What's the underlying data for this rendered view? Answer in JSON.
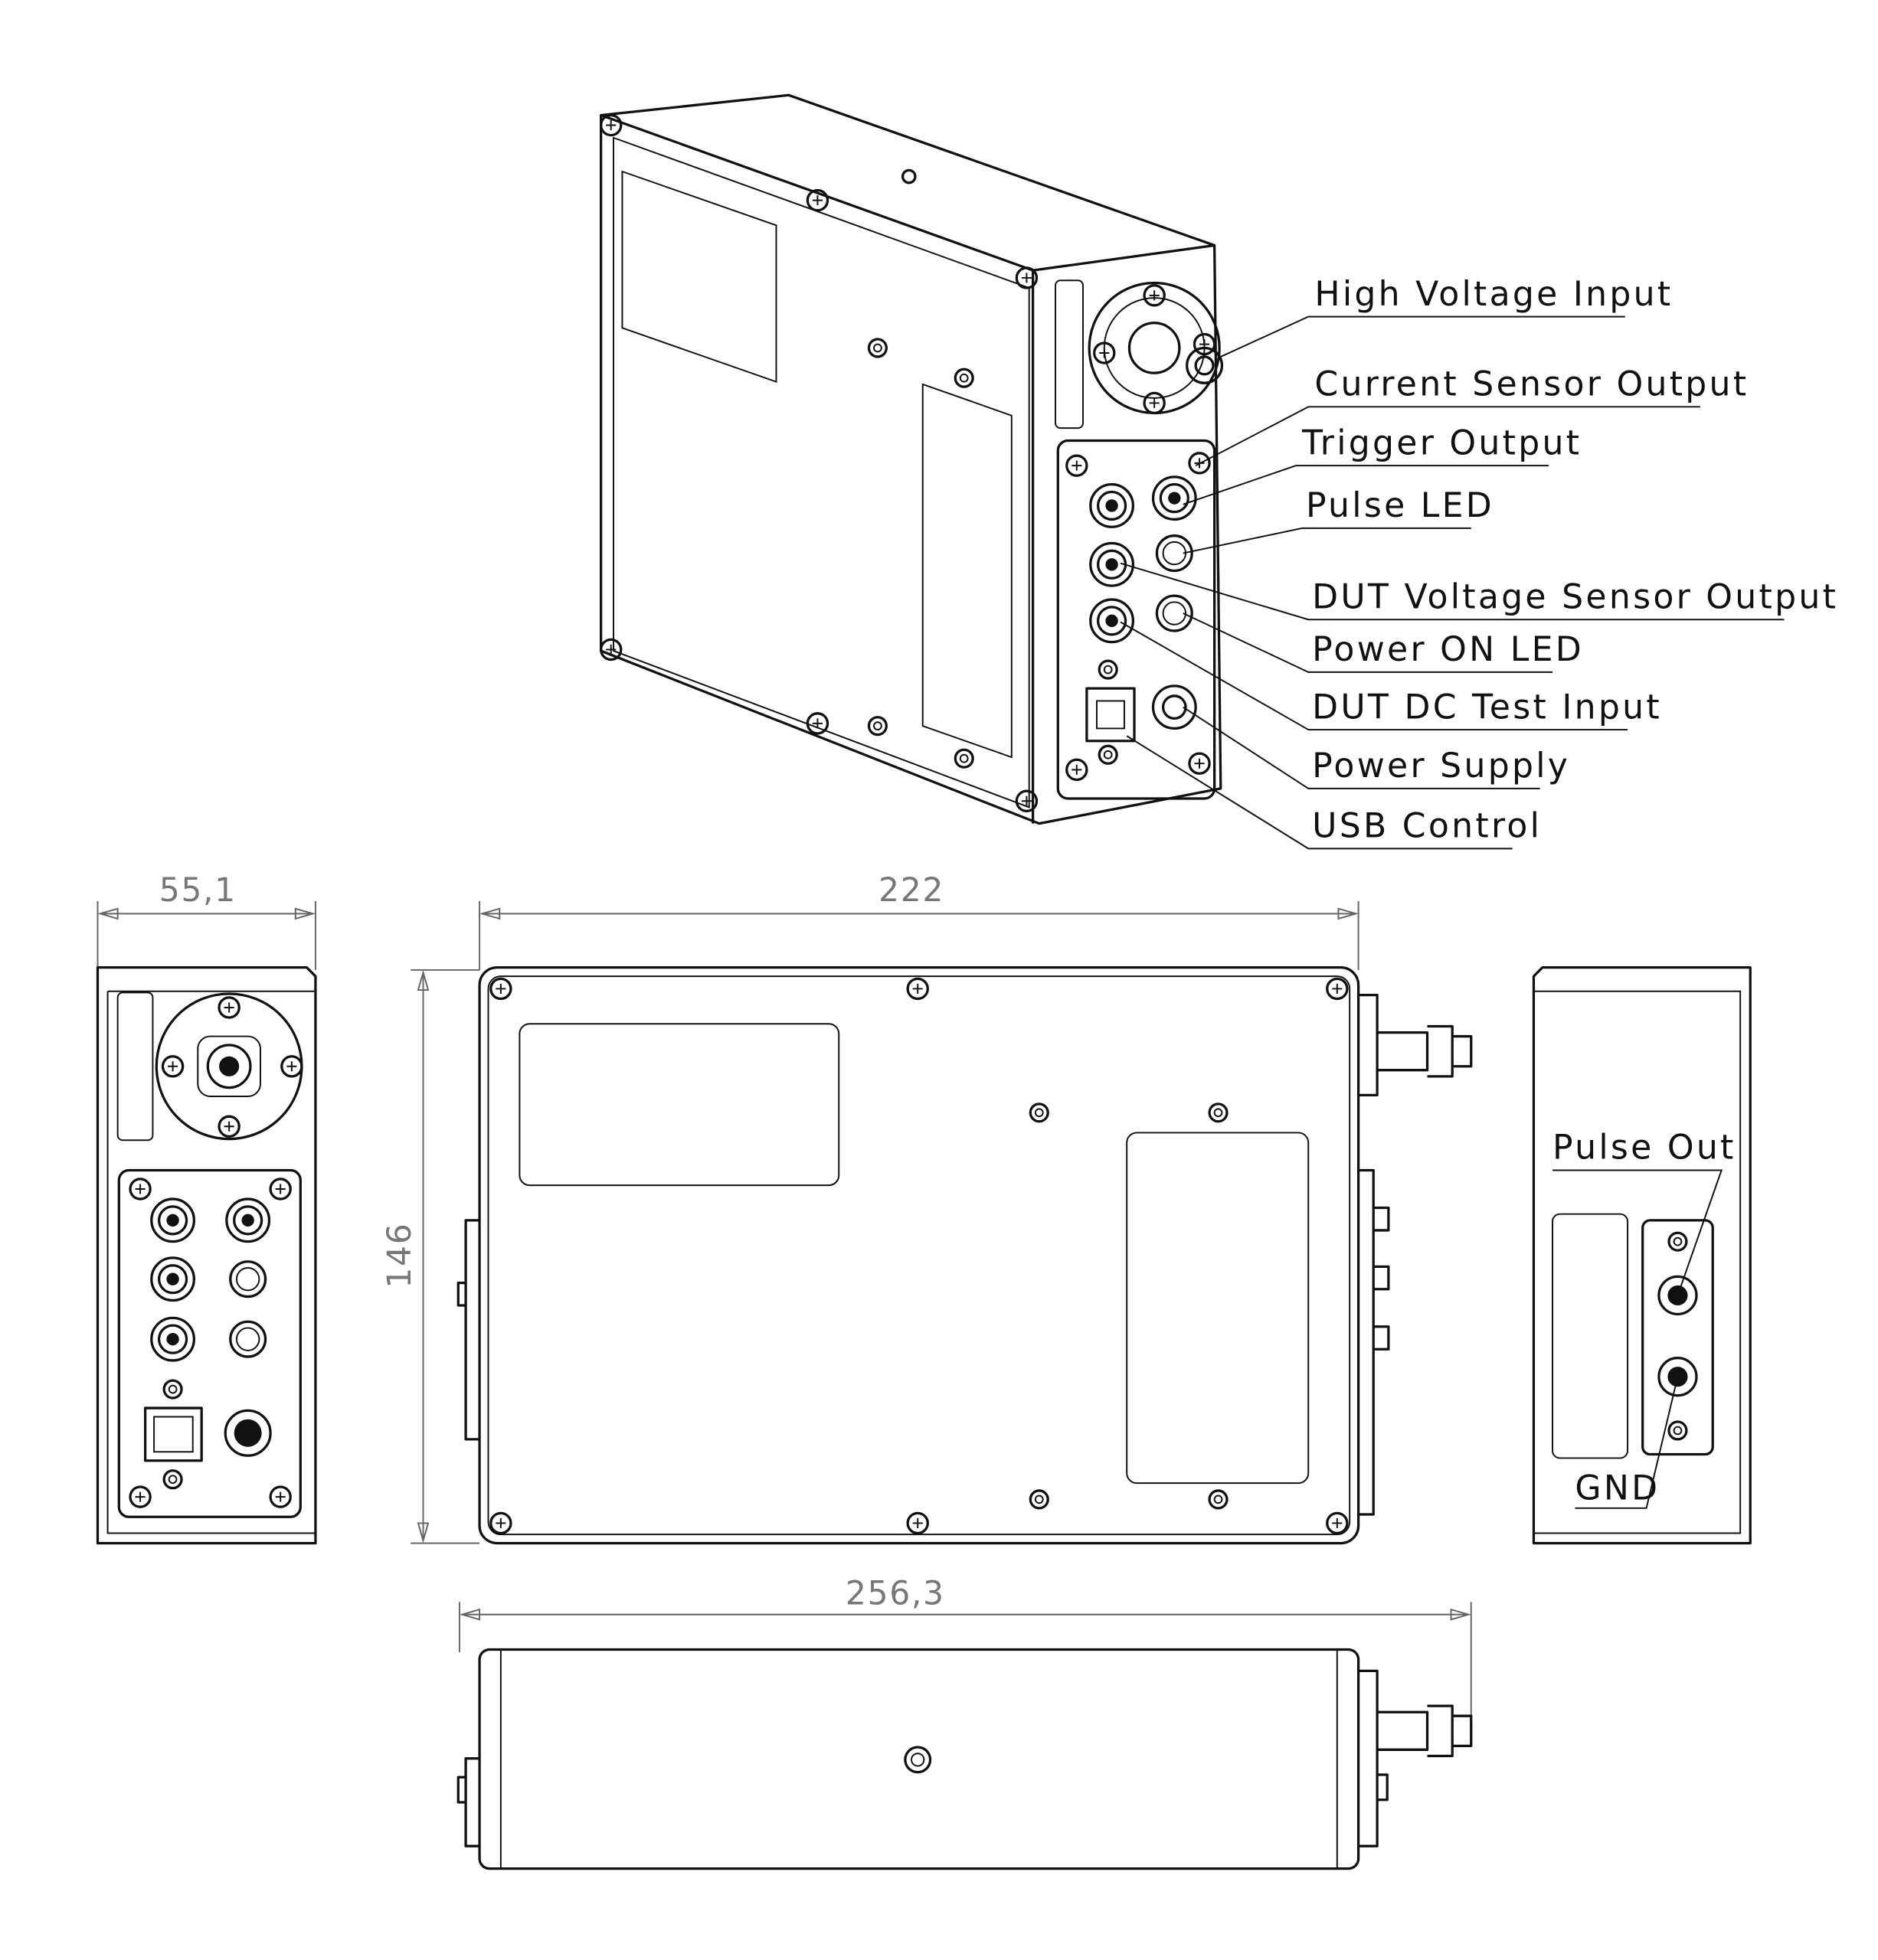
{
  "callouts": {
    "high_voltage_input": "High Voltage Input",
    "current_sensor_output": "Current Sensor Output",
    "trigger_output": "Trigger Output",
    "pulse_led": "Pulse LED",
    "dut_voltage_sensor_output": "DUT Voltage Sensor Output",
    "power_on_led": "Power ON LED",
    "dut_dc_test_input": "DUT DC Test Input",
    "power_supply": "Power Supply",
    "usb_control": "USB Control",
    "pulse_out": "Pulse Out",
    "gnd": "GND"
  },
  "dimensions": {
    "depth": "55,1",
    "length": "222",
    "height": "146",
    "overall_length": "256,3"
  },
  "colors": {
    "line": "#111111",
    "dimension": "#777777"
  }
}
